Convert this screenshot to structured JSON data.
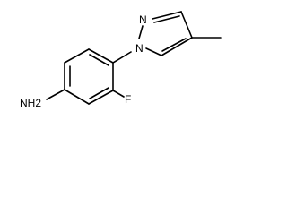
{
  "molecule": {
    "atom_labels": {
      "amine": "NH2",
      "fluorine": "F",
      "pyrazole_n1": "N",
      "pyrazole_n2": "N"
    }
  }
}
